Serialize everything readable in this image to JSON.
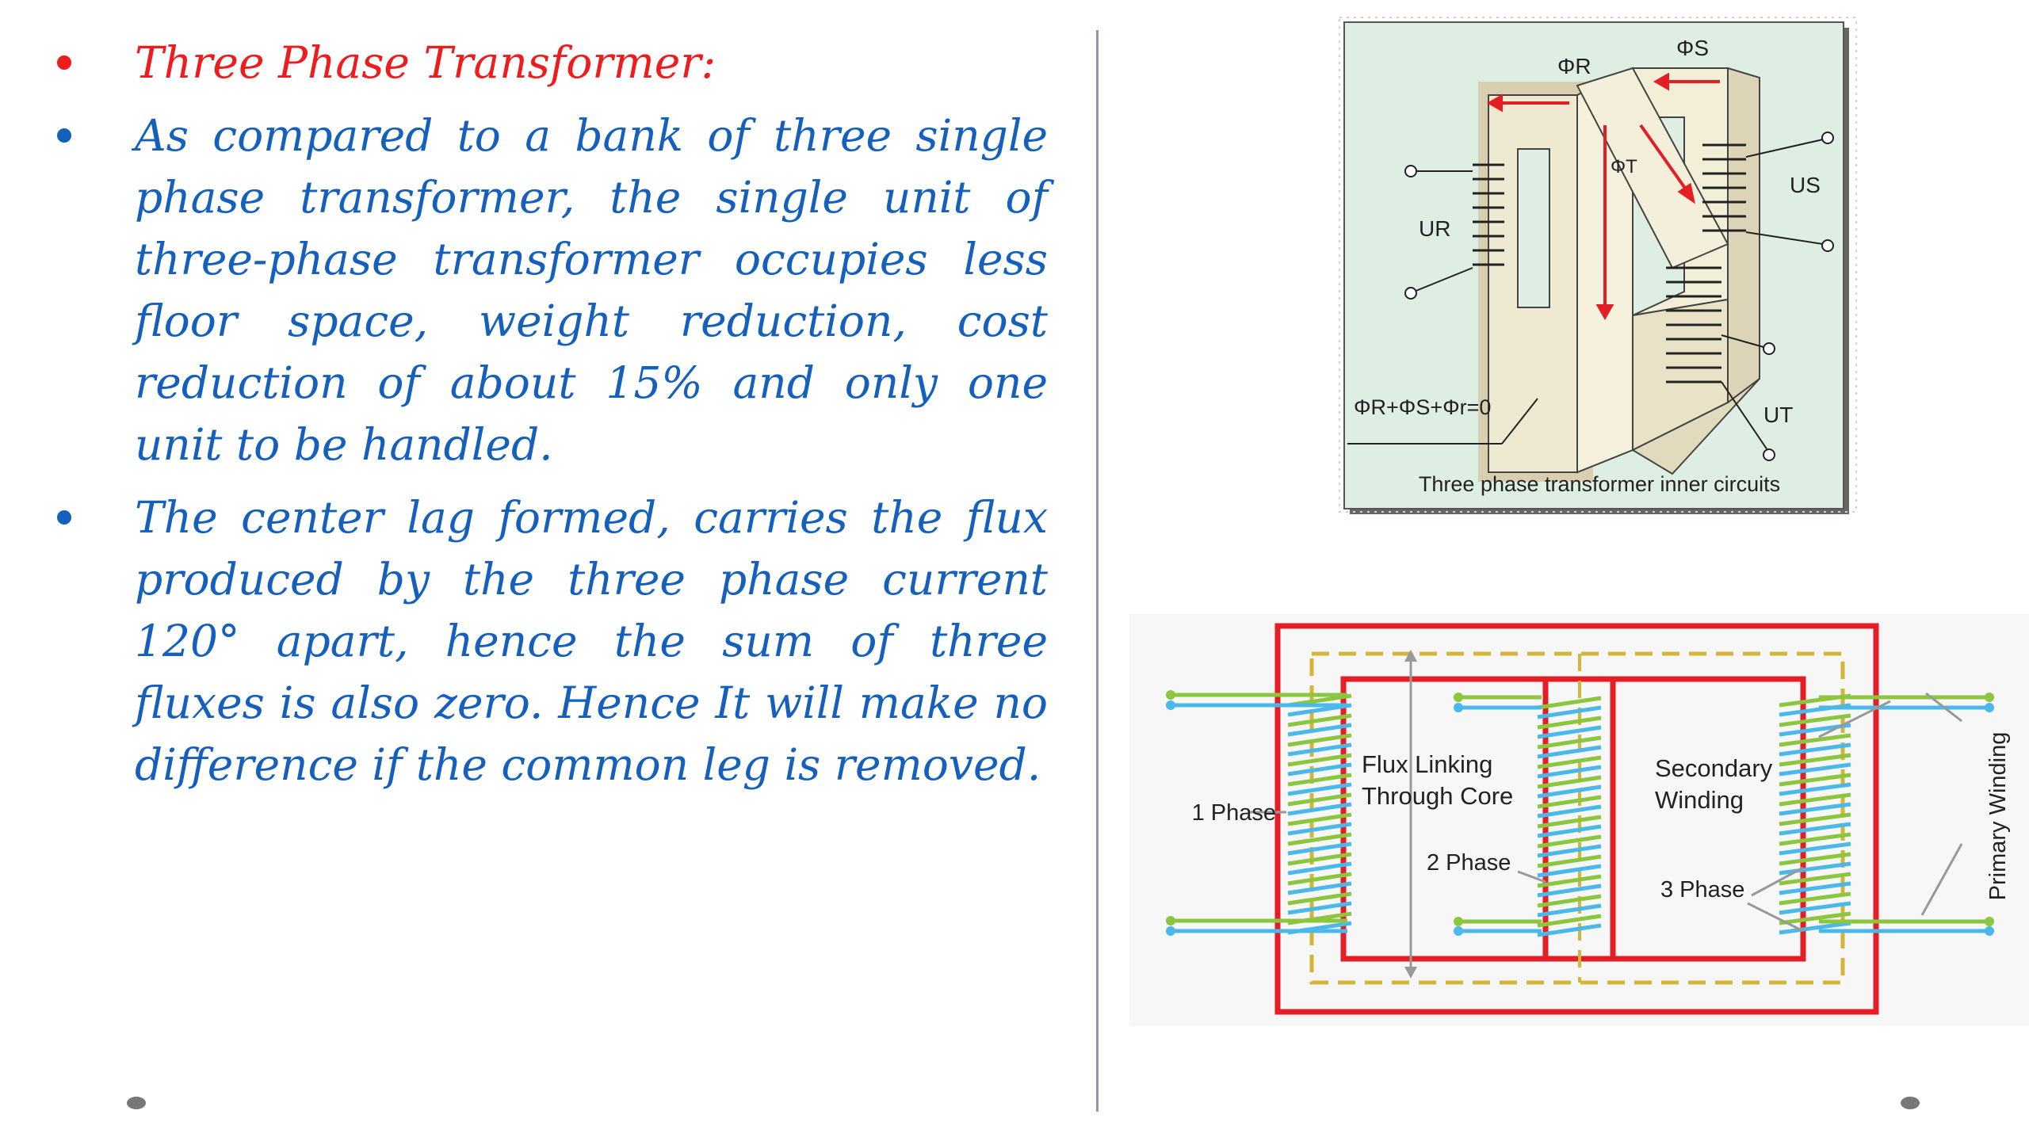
{
  "slide": {
    "title": "Three Phase Transformer:",
    "bullets": [
      "As compared to a bank of three single phase transformer, the single unit of three-phase transformer occupies less floor space, weight reduction, cost reduction of about 15% and only one unit to be handled.",
      "The center lag formed, carries the flux produced by the three phase current 120° apart, hence the sum of three fluxes is also zero. Hence It will make no difference if the common leg is removed."
    ]
  },
  "diagram1": {
    "caption": "Three phase transformer inner circuits",
    "phi_r": "ΦR",
    "phi_s": "ΦS",
    "phi_t": "ΦT",
    "u_r": "UR",
    "u_s": "US",
    "u_t": "UT",
    "equation": "ΦR+ΦS+Φr=0"
  },
  "diagram2": {
    "flux_label_1": "Flux Linking",
    "flux_label_2": "Through Core",
    "secondary_1": "Secondary",
    "secondary_2": "Winding",
    "phase1": "1 Phase",
    "phase2": "2 Phase",
    "phase3": "3 Phase",
    "primary": "Primary Winding"
  },
  "colors": {
    "title": "#ee1c1c",
    "body": "#1560bd",
    "core": "#e31e24",
    "flux_dashed": "#d4b43a",
    "winding_blue": "#4ab8e8",
    "winding_green": "#8cc63f"
  }
}
